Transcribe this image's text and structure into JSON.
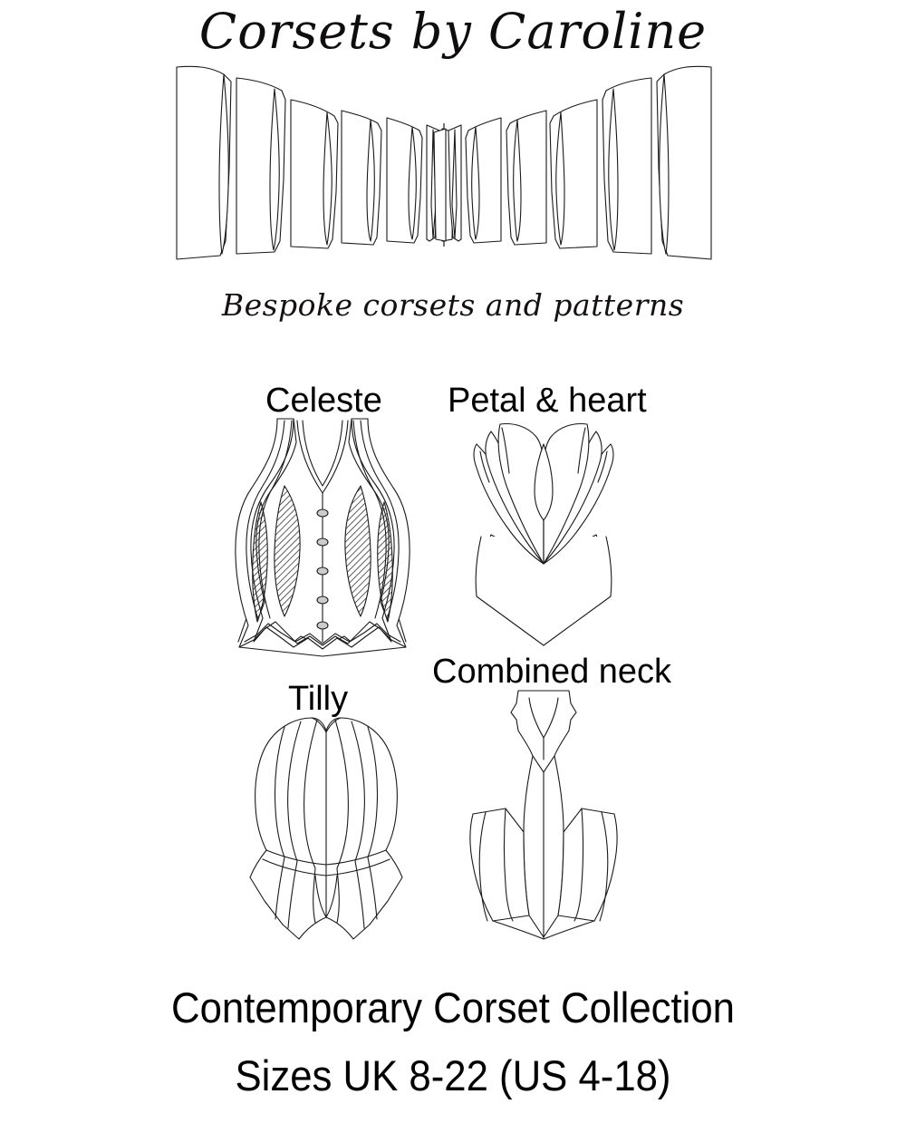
{
  "brand": {
    "title": "Corsets by  Caroline",
    "tagline": "Bespoke corsets and patterns"
  },
  "pattern_art": {
    "name": "corset-pattern-pieces-layout",
    "description": "Mirrored fan of corset panel pattern pieces",
    "stroke_color": "#1a1a1a",
    "fill_color": "#ffffff",
    "panels_per_side": 7
  },
  "styles": [
    {
      "id": "celeste",
      "label": "Celeste",
      "figure_name": "celeste-corset-illustration",
      "features": "V-neck, shoulder straps, 5 busk clasps, hatched side panels, tabbed hem"
    },
    {
      "id": "petal-heart",
      "label": "Petal & heart",
      "figure_name": "petal-heart-corset-illustration",
      "features": "Overlapping petal bust panels, pointed hem"
    },
    {
      "id": "tilly",
      "label": "Tilly",
      "figure_name": "tilly-corset-illustration",
      "features": "Sweetheart neckline, hip yoke band, deep V point"
    },
    {
      "id": "combined-neck",
      "label": "Combined neck",
      "figure_name": "combined-neck-corset-illustration",
      "features": "High collar neck piece, center panel, side body panels"
    }
  ],
  "footer": {
    "line1": "Contemporary Corset Collection",
    "line2": "Sizes UK 8-22 (US 4-18)"
  },
  "colors": {
    "background": "#ffffff",
    "ink": "#000000",
    "line": "#1a1a1a",
    "hatch": "#2a2a2a"
  }
}
